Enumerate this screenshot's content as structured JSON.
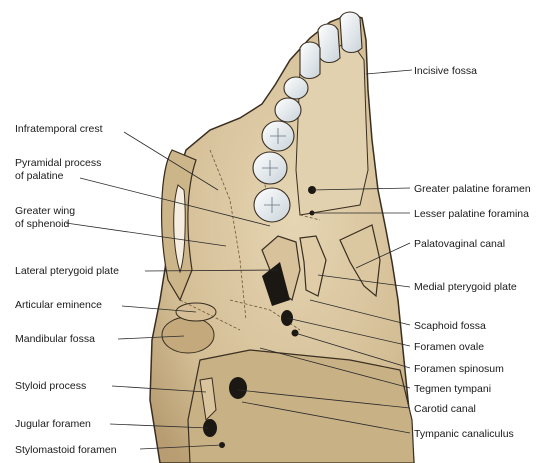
{
  "labels": {
    "left": [
      {
        "key": "infratemporal_crest",
        "lines": [
          "Infratemporal crest"
        ]
      },
      {
        "key": "pyramidal_process",
        "lines": [
          "Pyramidal process",
          "of palatine"
        ]
      },
      {
        "key": "greater_wing",
        "lines": [
          "Greater wing",
          "of sphenoid"
        ]
      },
      {
        "key": "lateral_pterygoid_plate",
        "lines": [
          "Lateral pterygoid plate"
        ]
      },
      {
        "key": "articular_eminence",
        "lines": [
          "Articular eminence"
        ]
      },
      {
        "key": "mandibular_fossa",
        "lines": [
          "Mandibular fossa"
        ]
      },
      {
        "key": "styloid_process",
        "lines": [
          "Styloid process"
        ]
      },
      {
        "key": "jugular_foramen",
        "lines": [
          "Jugular foramen"
        ]
      },
      {
        "key": "stylomastoid_foramen",
        "lines": [
          "Stylomastoid foramen"
        ]
      }
    ],
    "right": [
      {
        "key": "incisive_fossa",
        "lines": [
          "Incisive fossa"
        ]
      },
      {
        "key": "greater_palatine_foramen",
        "lines": [
          "Greater palatine foramen"
        ]
      },
      {
        "key": "lesser_palatine_foramina",
        "lines": [
          "Lesser palatine foramina"
        ]
      },
      {
        "key": "palatovaginal_canal",
        "lines": [
          "Palatovaginal canal"
        ]
      },
      {
        "key": "medial_pterygoid_plate",
        "lines": [
          "Medial pterygoid plate"
        ]
      },
      {
        "key": "scaphoid_fossa",
        "lines": [
          "Scaphoid fossa"
        ]
      },
      {
        "key": "foramen_ovale",
        "lines": [
          "Foramen ovale"
        ]
      },
      {
        "key": "foramen_spinosum",
        "lines": [
          "Foramen spinosum"
        ]
      },
      {
        "key": "tegmen_tympani",
        "lines": [
          "Tegmen tympani"
        ]
      },
      {
        "key": "carotid_canal",
        "lines": [
          "Carotid canal"
        ]
      },
      {
        "key": "tympanic_canaliculus",
        "lines": [
          "Tympanic canaliculus"
        ]
      }
    ]
  },
  "colors": {
    "bone": "#d9c6a1",
    "bone_shade": "#b89d72",
    "bone_dark": "#8a6f48",
    "tooth": "#e9eef2",
    "cavity": "#1b1712",
    "outline": "#3a2e20",
    "leader": "#2a2a2a"
  }
}
